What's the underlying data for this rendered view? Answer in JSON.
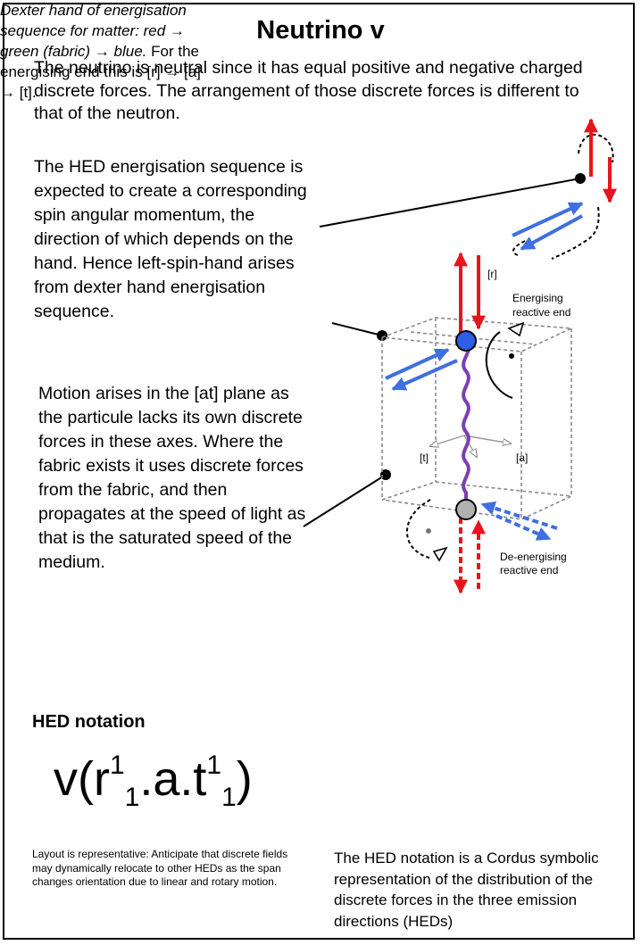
{
  "title": "Neutrino v",
  "intro": "The neutrino is neutral since it has equal positive and negative charged discrete forces. The arrangement of those discrete forces is different to that of the neutron.",
  "hed_description": "The HED energisation sequence is expected to create a corresponding spin angular momentum, the direction of which depends on the hand. Hence left-spin-hand arises from dexter hand energisation sequence.",
  "motion_description": "Motion arises in the [at] plane as the particule lacks its own discrete forces in these axes. Where the fabric exists it uses discrete forces from the fabric, and then propagates at the speed of light as that is the saturated speed of the medium.",
  "diagram": {
    "label_r": "[r]",
    "label_t": "[t]",
    "label_a": "[a]",
    "energising_label_line1": "Energising",
    "energising_label_line2": "reactive end",
    "deenergising_label_line1": "De-energising",
    "deenergising_label_line2": "reactive end",
    "colors": {
      "red": "#e8141c",
      "blue": "#3f6fe0",
      "purple": "#7a3fb0",
      "ball_blue": "#2d5fe6",
      "ball_grey": "#b0b0b0"
    }
  },
  "dexter_note": {
    "italic": "Dexter hand of energisation sequence for matter:  red → green (fabric) → blue.",
    "plain": "For the energising end this is [r] → [a] → [t]."
  },
  "hed_notation": {
    "heading": "HED notation",
    "base": "v(r",
    "sup1": "1",
    "sub1": "1",
    "mid": ".a.t",
    "sup2": "1",
    "sub2": "1",
    "end": ")"
  },
  "layout_note": "Layout is representative: Anticipate that discrete fields may  dynamically relocate to other HEDs as the span changes orientation due to linear and rotary motion.",
  "cordus_note": "The HED notation is a Cordus symbolic representation of the distribution of the discrete forces in the three emission directions  (HEDs)"
}
